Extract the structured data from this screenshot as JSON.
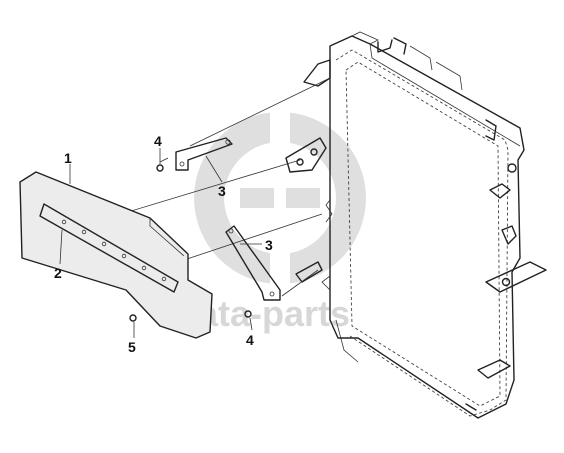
{
  "callouts": [
    {
      "id": "1",
      "text": "1"
    },
    {
      "id": "2",
      "text": "2"
    },
    {
      "id": "3a",
      "text": "3"
    },
    {
      "id": "3b",
      "text": "3"
    },
    {
      "id": "4a",
      "text": "4"
    },
    {
      "id": "4b",
      "text": "4"
    },
    {
      "id": "5",
      "text": "5"
    }
  ],
  "watermark": {
    "text": "data-parts"
  }
}
